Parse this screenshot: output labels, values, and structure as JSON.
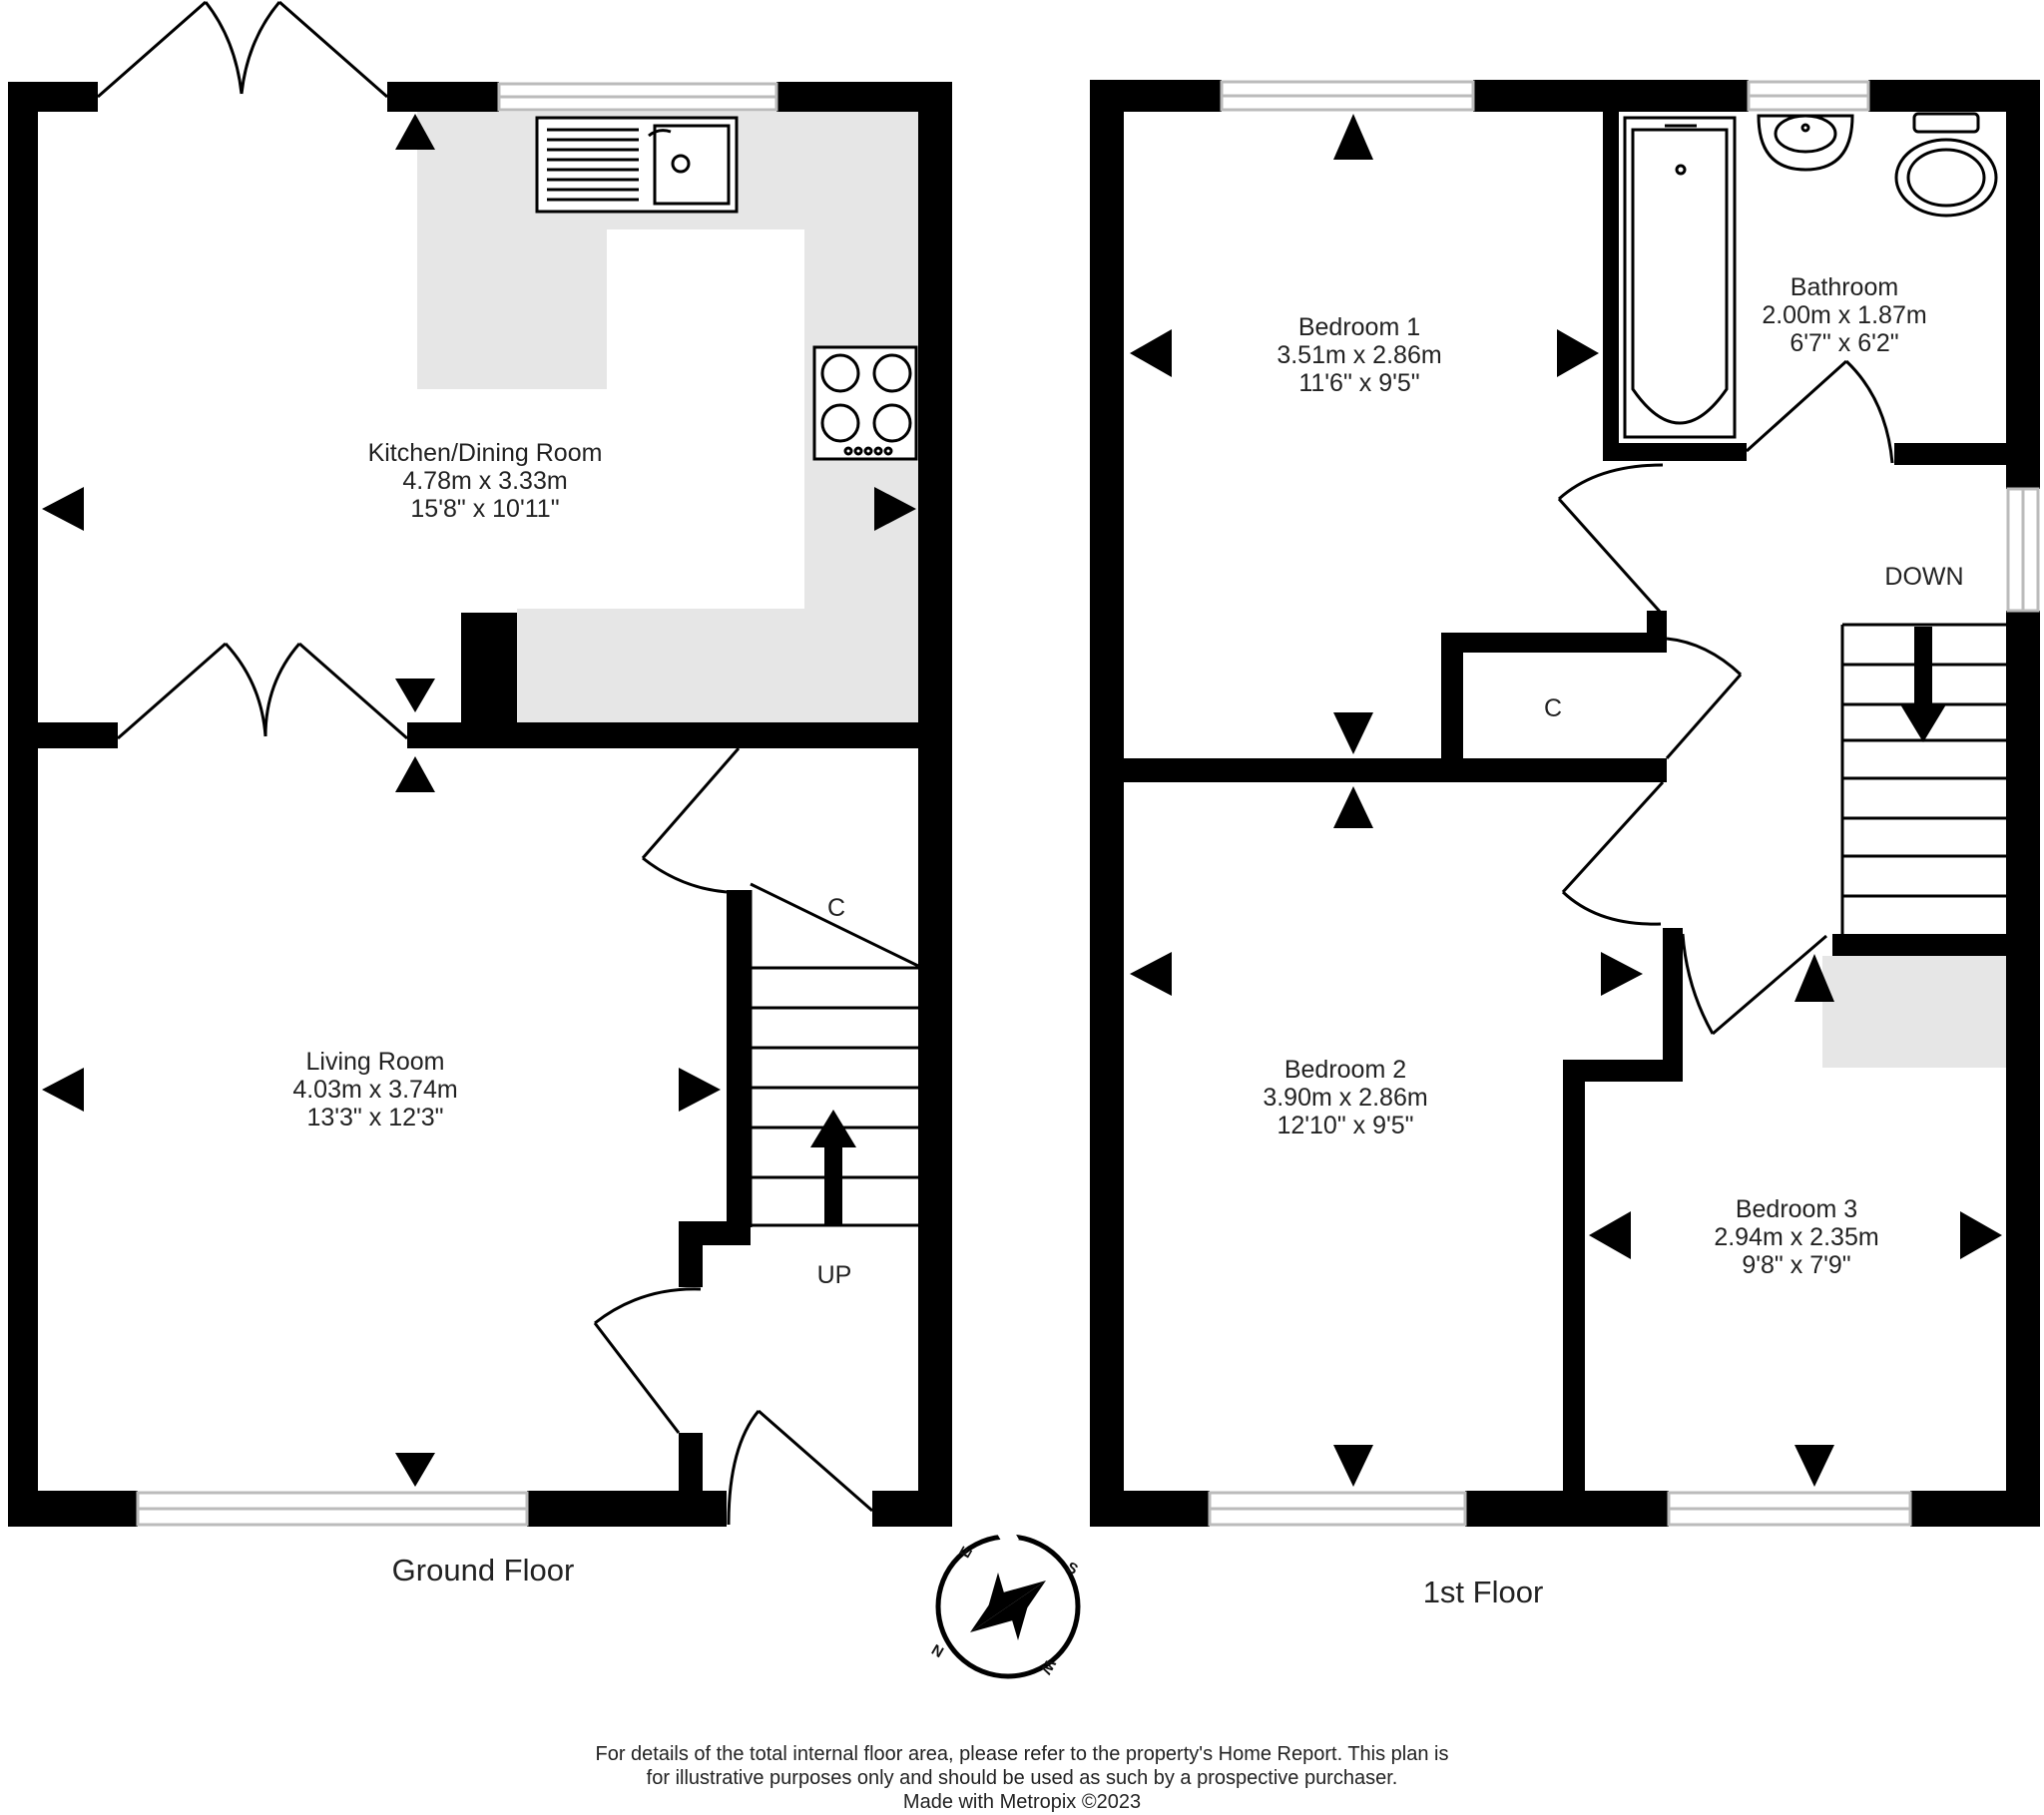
{
  "colors": {
    "wall": "#000000",
    "floor_tint": "#e6e6e6",
    "window_frame": "#bbbbbb",
    "text": "#222222"
  },
  "ground_floor": {
    "label": "Ground Floor",
    "rooms": {
      "kitchen": {
        "name": "Kitchen/Dining Room",
        "metric": "4.78m  x 3.33m",
        "imperial": "15'8\"  x 10'11\""
      },
      "living": {
        "name": "Living Room",
        "metric": "4.03m  x 3.74m",
        "imperial": "13'3\"  x 12'3\""
      }
    },
    "cupboard_label": "C",
    "stairs_label": "UP"
  },
  "first_floor": {
    "label": "1st Floor",
    "rooms": {
      "bedroom1": {
        "name": "Bedroom 1",
        "metric": "3.51m  x 2.86m",
        "imperial": "11'6\"  x 9'5\""
      },
      "bathroom": {
        "name": "Bathroom",
        "metric": "2.00m  x 1.87m",
        "imperial": "6'7\"  x 6'2\""
      },
      "bedroom2": {
        "name": "Bedroom 2",
        "metric": "3.90m  x 2.86m",
        "imperial": "12'10\"  x 9'5\""
      },
      "bedroom3": {
        "name": "Bedroom 3",
        "metric": "2.94m  x 2.35m",
        "imperial": "9'8\"  x 7'9\""
      }
    },
    "cupboard_label": "C",
    "stairs_label": "DOWN"
  },
  "compass": {
    "n": "N",
    "e": "E",
    "s": "S",
    "w": "W"
  },
  "disclaimer": {
    "line1": "For details of the total internal floor area, please refer to the property's Home Report. This plan is",
    "line2": "for illustrative purposes only and should be used as such by a prospective purchaser.",
    "line3": "Made with Metropix ©2023"
  }
}
